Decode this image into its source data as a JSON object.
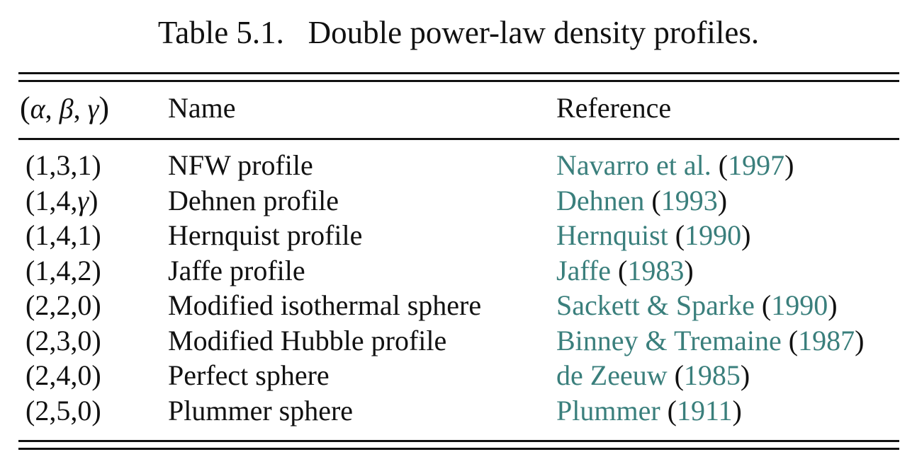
{
  "caption": {
    "label": "Table 5.1.",
    "title": "Double power-law density profiles."
  },
  "header": {
    "params_open": "(",
    "alpha": "α",
    "beta": "β",
    "gamma": "γ",
    "params_close": ")",
    "name": "Name",
    "reference": "Reference"
  },
  "colors": {
    "text": "#111111",
    "link": "#3a7f7c",
    "rule": "#111111"
  },
  "rows": [
    {
      "params": "(1,3,1)",
      "name": "NFW profile",
      "ref_author": "Navarro et al.",
      "ref_year": "1997"
    },
    {
      "params": "(1,4,γ)",
      "name": "Dehnen profile",
      "ref_author": "Dehnen",
      "ref_year": "1993"
    },
    {
      "params": "(1,4,1)",
      "name": "Hernquist profile",
      "ref_author": "Hernquist",
      "ref_year": "1990"
    },
    {
      "params": "(1,4,2)",
      "name": "Jaffe profile",
      "ref_author": "Jaffe",
      "ref_year": "1983"
    },
    {
      "params": "(2,2,0)",
      "name": "Modified isothermal sphere",
      "ref_author": "Sackett & Sparke",
      "ref_year": "1990"
    },
    {
      "params": "(2,3,0)",
      "name": "Modified Hubble profile",
      "ref_author": "Binney & Tremaine",
      "ref_year": "1987"
    },
    {
      "params": "(2,4,0)",
      "name": "Perfect sphere",
      "ref_author": "de Zeeuw",
      "ref_year": "1985"
    },
    {
      "params": "(2,5,0)",
      "name": "Plummer sphere",
      "ref_author": "Plummer",
      "ref_year": "1911"
    }
  ]
}
